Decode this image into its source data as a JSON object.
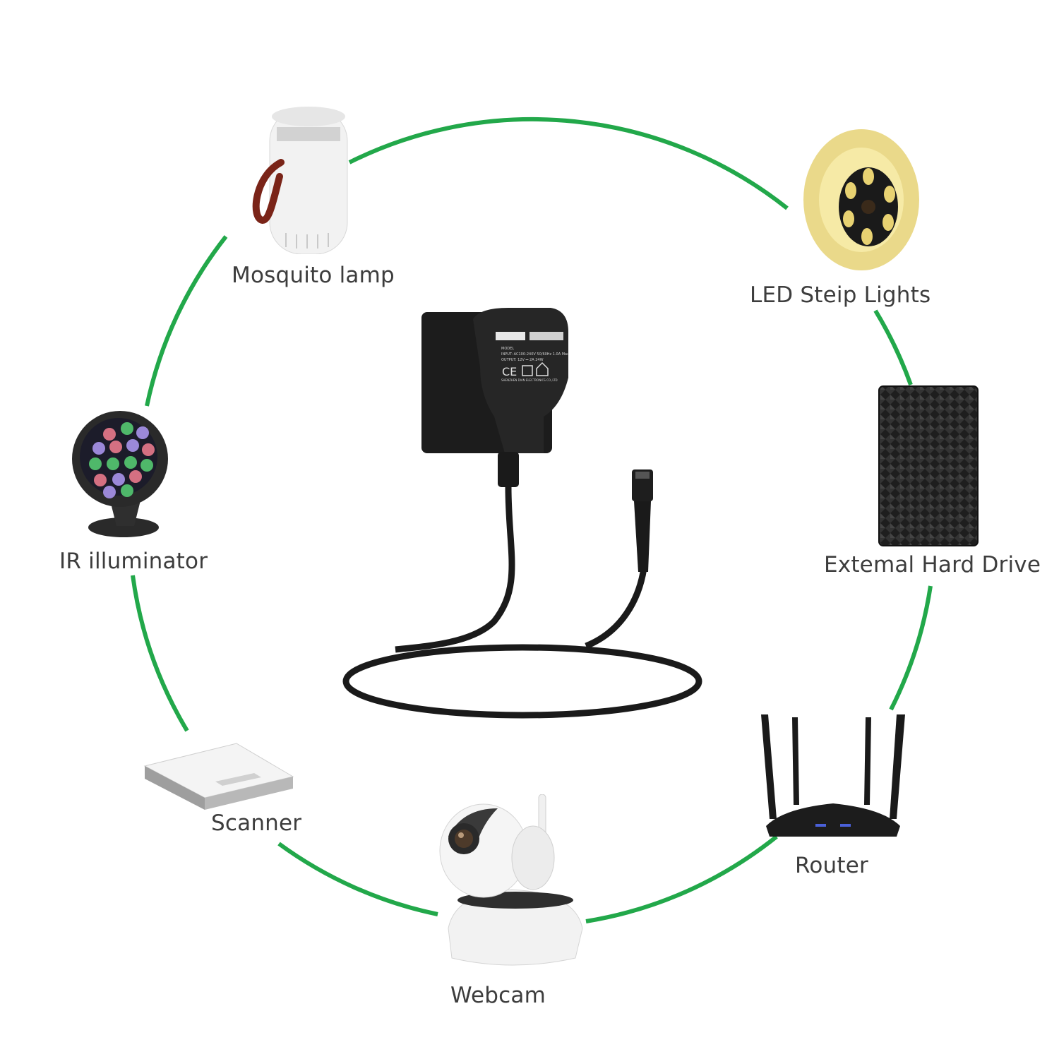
{
  "ring_color": "#22a84a",
  "center_product": {
    "name": "power adapter",
    "plate_lines": [
      "MODEL",
      "INPUT: AC100-240V 50/60Hz 1.0A Max",
      "OUTPUT: 12V ⎓ 2A 24W",
      "SHENZHEN DIAN ELECTRONICS CO.,LTD"
    ],
    "marks": [
      "CE"
    ]
  },
  "devices": [
    {
      "id": "mosquito-lamp",
      "label": "Mosquito lamp"
    },
    {
      "id": "led-strip",
      "label": "LED Steip Lights"
    },
    {
      "id": "ir-illuminator",
      "label": "IR illuminator"
    },
    {
      "id": "hard-drive",
      "label": "Extemal Hard Drive"
    },
    {
      "id": "scanner",
      "label": "Scanner"
    },
    {
      "id": "router",
      "label": "Router"
    },
    {
      "id": "webcam",
      "label": "Webcam"
    }
  ]
}
